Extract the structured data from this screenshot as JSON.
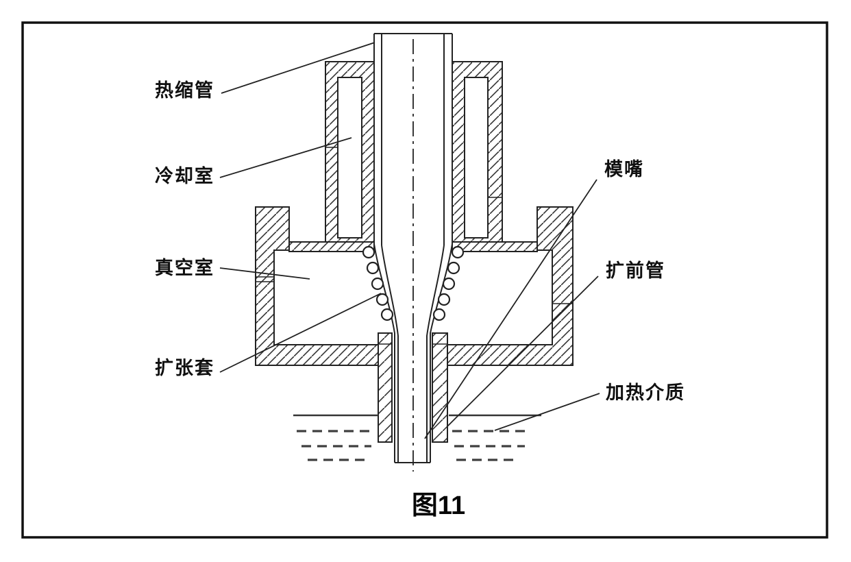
{
  "figure": {
    "caption": "图11"
  },
  "labels": {
    "heat_shrink_tube": "热缩管",
    "cooling_chamber": "冷却室",
    "vacuum_chamber": "真空室",
    "expansion_sleeve": "扩张套",
    "die_nozzle": "模嘴",
    "pre_expansion_tube": "扩前管",
    "heating_medium": "加热介质"
  },
  "colors": {
    "background": "#ffffff",
    "line": "#222222",
    "hatch": "#333333",
    "medium_dash": "#3f3f3f",
    "text": "#101010",
    "border": "#111111"
  }
}
